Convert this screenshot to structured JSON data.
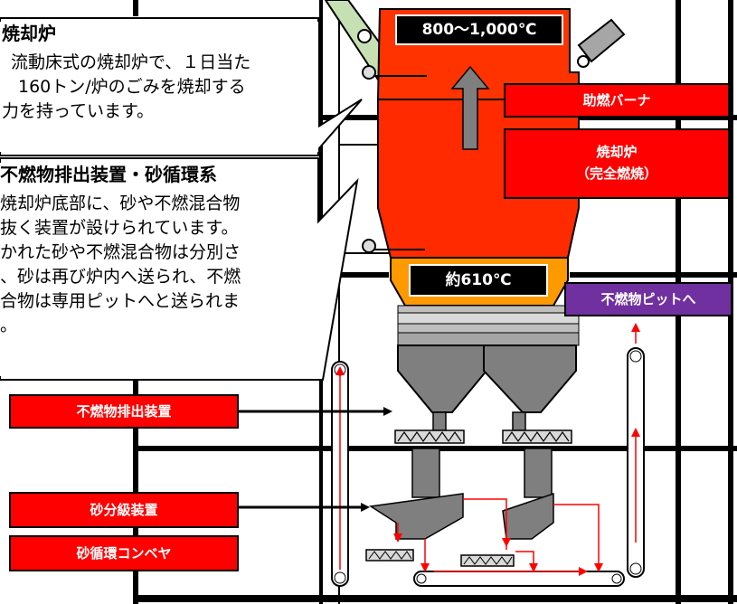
{
  "colors": {
    "furnace": "#ff3300",
    "furnace_dark": "#ff2a00",
    "hopper_orange": "#ff9900",
    "label_red": "#ff0000",
    "label_purple": "#7030a0",
    "steel_gray": "#808080",
    "flow_red": "#ff0000"
  },
  "callouts": [
    {
      "title": "焼却炉",
      "lines": [
        "流動床式の焼却炉で、１日当た",
        "160トン/炉のごみを焼却する",
        "力を持っています。"
      ]
    },
    {
      "title": "不燃物排出装置・砂循環系",
      "lines": [
        "焼却炉底部に、砂や不燃混合物",
        "抜く装置が設けられています。",
        "かれた砂や不燃混合物は分別さ",
        "、砂は再び炉内へ送られ、不燃",
        "合物は専用ピットへと送られま",
        "。"
      ]
    }
  ],
  "labels": {
    "temp_top": "800〜1,000℃",
    "temp_mid": "約610℃",
    "burner": "助燃バーナ",
    "furnace_line1": "焼却炉",
    "furnace_line2": "（完全燃焼）",
    "to_pit": "不燃物ピットへ",
    "discharge": "不燃物排出装置",
    "classifier": "砂分級装置",
    "conveyor": "砂循環コンベヤ"
  }
}
